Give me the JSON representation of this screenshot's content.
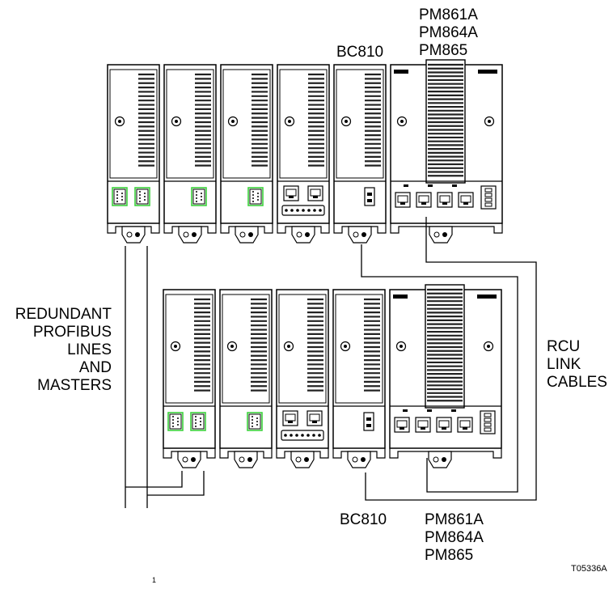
{
  "colors": {
    "ink": "#000000",
    "module_fill": "#ffffff",
    "port_highlight": "#3cd23c",
    "grille": "#222222"
  },
  "labels": {
    "top_cpu": [
      "PM861A",
      "PM864A",
      "PM865"
    ],
    "top_bc": "BC810",
    "bottom_bc": "BC810",
    "bottom_cpu": [
      "PM861A",
      "PM864A",
      "PM865"
    ],
    "profibus": [
      "REDUNDANT",
      "PROFIBUS",
      "LINES",
      "AND",
      "MASTERS"
    ],
    "rcu": [
      "RCU",
      "LINK",
      "CABLES"
    ],
    "ref_code": "T05336A",
    "page_mark": "1"
  },
  "icons": [
    "module-latch-icon",
    "ethernet-port-icon",
    "dsub-connector-icon",
    "terminal-block-icon",
    "power-connector-icon",
    "ground-lug-icon"
  ]
}
